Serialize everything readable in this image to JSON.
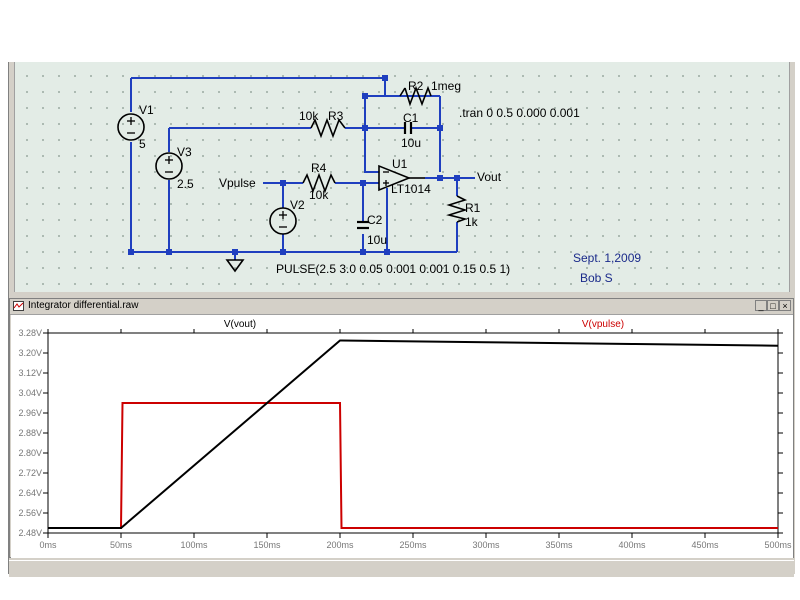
{
  "schematic": {
    "labels": {
      "v1": "V1",
      "v1_val": "5",
      "v3": "V3",
      "v3_val": "2.5",
      "v2": "V2",
      "vpulse": "Vpulse",
      "r4": "R4",
      "r4_val": "10k",
      "r3_val": "10k",
      "r3": "R3",
      "r2": "R2",
      "r2_val": "1meg",
      "c1": "C1",
      "c1_val": "10u",
      "u1": "U1",
      "u1_val": "LT1014",
      "vout": "Vout",
      "r1": "R1",
      "r1_val": "1k",
      "c2": "C2",
      "c2_val": "10u",
      "tran": ".tran 0 0.5 0.000 0.001",
      "pulse": "PULSE(2.5 3.0 0.05 0.001 0.001 0.15 0.5 1)",
      "date": "Sept. 1,2009",
      "author": "Bob S"
    },
    "colors": {
      "wire": "#1f3fbf",
      "component": "#000000",
      "annotation": "#1a2a8a"
    }
  },
  "waveform_window": {
    "title": "Integrator differential.raw",
    "buttons": {
      "minimize": "_",
      "restore": "□",
      "close": "×"
    }
  },
  "chart_data": {
    "type": "line",
    "title": "",
    "xlabel": "",
    "ylabel": "",
    "xlim": [
      0,
      500
    ],
    "ylim": [
      2.48,
      3.28
    ],
    "x_unit": "ms",
    "y_unit": "V",
    "xticks": [
      "0ms",
      "50ms",
      "100ms",
      "150ms",
      "200ms",
      "250ms",
      "300ms",
      "350ms",
      "400ms",
      "450ms",
      "500ms"
    ],
    "yticks": [
      "2.48V",
      "2.56V",
      "2.64V",
      "2.72V",
      "2.80V",
      "2.88V",
      "2.96V",
      "3.04V",
      "3.12V",
      "3.20V",
      "3.28V"
    ],
    "grid": false,
    "series": [
      {
        "name": "V(vout)",
        "color": "#000000",
        "x": [
          0,
          50,
          200,
          201,
          300,
          400,
          500
        ],
        "y": [
          2.5,
          2.5,
          3.25,
          3.25,
          3.243,
          3.236,
          3.229
        ]
      },
      {
        "name": "V(vpulse)",
        "color": "#cc0000",
        "x": [
          0,
          50,
          51,
          200,
          201,
          500
        ],
        "y": [
          2.5,
          2.5,
          3.0,
          3.0,
          2.5,
          2.5
        ]
      }
    ],
    "legend": "top"
  }
}
